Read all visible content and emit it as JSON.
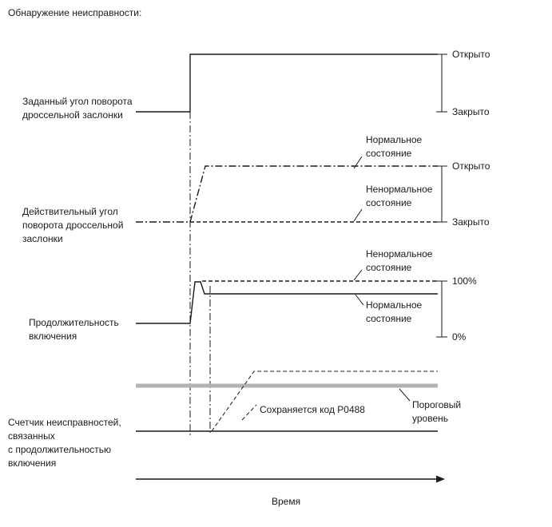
{
  "title": "Обнаружение неисправности:",
  "colors": {
    "line": "#1a1a1a",
    "threshold": "#b3b3b3"
  },
  "traces": {
    "target_angle": {
      "label": "Заданный угол поворота\nдроссельной заслонки",
      "axis_top": "Открыто",
      "axis_bottom": "Закрыто"
    },
    "actual_angle": {
      "label": "Действительный угол\nповорота дроссельной\nзаслонки",
      "normal_state": "Нормальное\nсостояние",
      "abnormal_state": "Ненормальное\nсостояние",
      "axis_top": "Открыто",
      "axis_bottom": "Закрыто"
    },
    "duty_cycle": {
      "label": "Продолжительность\nвключения",
      "abnormal_state": "Ненормальное\nсостояние",
      "normal_state": "Нормальное\nсостояние",
      "axis_top": "100%",
      "axis_bottom": "0%"
    },
    "fault_counter": {
      "label": "Счетчик неисправностей,\nсвязанных\nс продолжительностью\nвключения",
      "dtc_note": "Сохраняется код P0488",
      "threshold_label": "Пороговый\nуровень"
    }
  },
  "time_axis": {
    "label": "Время"
  }
}
